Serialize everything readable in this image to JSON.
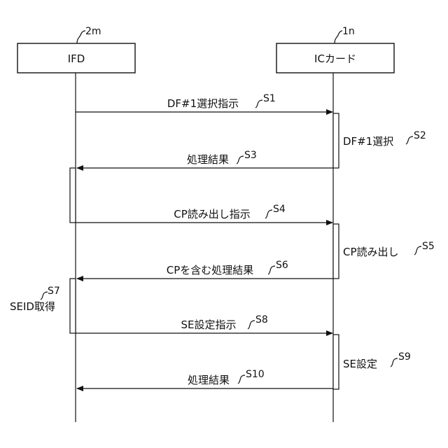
{
  "participants": [
    {
      "name": "IFD",
      "ref": "2m"
    },
    {
      "name": "ICカード",
      "ref": "1n"
    }
  ],
  "messages": [
    {
      "label": "DF#1選択指示",
      "step": "S1"
    },
    {
      "label": "処理結果",
      "step": "S3"
    },
    {
      "label": "CP読み出し指示",
      "step": "S4"
    },
    {
      "label": "CPを含む処理結果",
      "step": "S6"
    },
    {
      "label": "SE設定指示",
      "step": "S8"
    },
    {
      "label": "処理結果",
      "step": "S10"
    }
  ],
  "activations": [
    {
      "label": "DF#1選択",
      "step": "S2"
    },
    {
      "label": "CP読み出し",
      "step": "S5"
    },
    {
      "label": "SEID取得",
      "step": "S7"
    },
    {
      "label": "SE設定",
      "step": "S9"
    }
  ]
}
